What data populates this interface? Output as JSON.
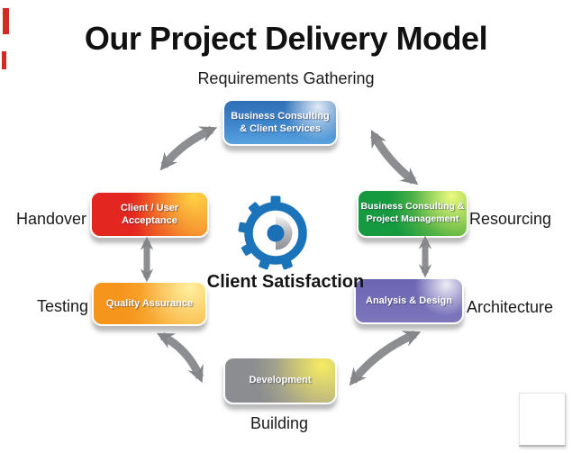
{
  "title": "Our Project Delivery Model",
  "center": {
    "label": "Client Satisfaction",
    "icon": "gear-icon"
  },
  "stages": {
    "requirements": {
      "line1": "Business Consulting",
      "line2": "& Client Services",
      "outer_label": "Requirements Gathering",
      "color": "#2f6fb6"
    },
    "resourcing": {
      "line1": "Business Consulting &",
      "line2": "Project Management",
      "outer_label": "Resourcing",
      "color": "#169a40"
    },
    "architecture": {
      "line1": "Analysis & Design",
      "outer_label": "Architecture",
      "color": "#6c65b2"
    },
    "building": {
      "line1": "Development",
      "outer_label": "Building",
      "color": "#8d8f92"
    },
    "testing": {
      "line1": "Quality Assurance",
      "outer_label": "Testing",
      "color": "#f6951b"
    },
    "handover": {
      "line1": "Client / User",
      "line2": "Acceptance",
      "outer_label": "Handover",
      "color": "#e3261f"
    }
  },
  "colors": {
    "gear_blue": "#1b74ba",
    "arrow_gray": "#8d8e91",
    "accent_red": "#d22b23",
    "text": "#111111",
    "background": "#ffffff"
  },
  "icons": [
    "gear-icon",
    "curved-double-arrow-icon",
    "vertical-double-arrow-icon"
  ]
}
